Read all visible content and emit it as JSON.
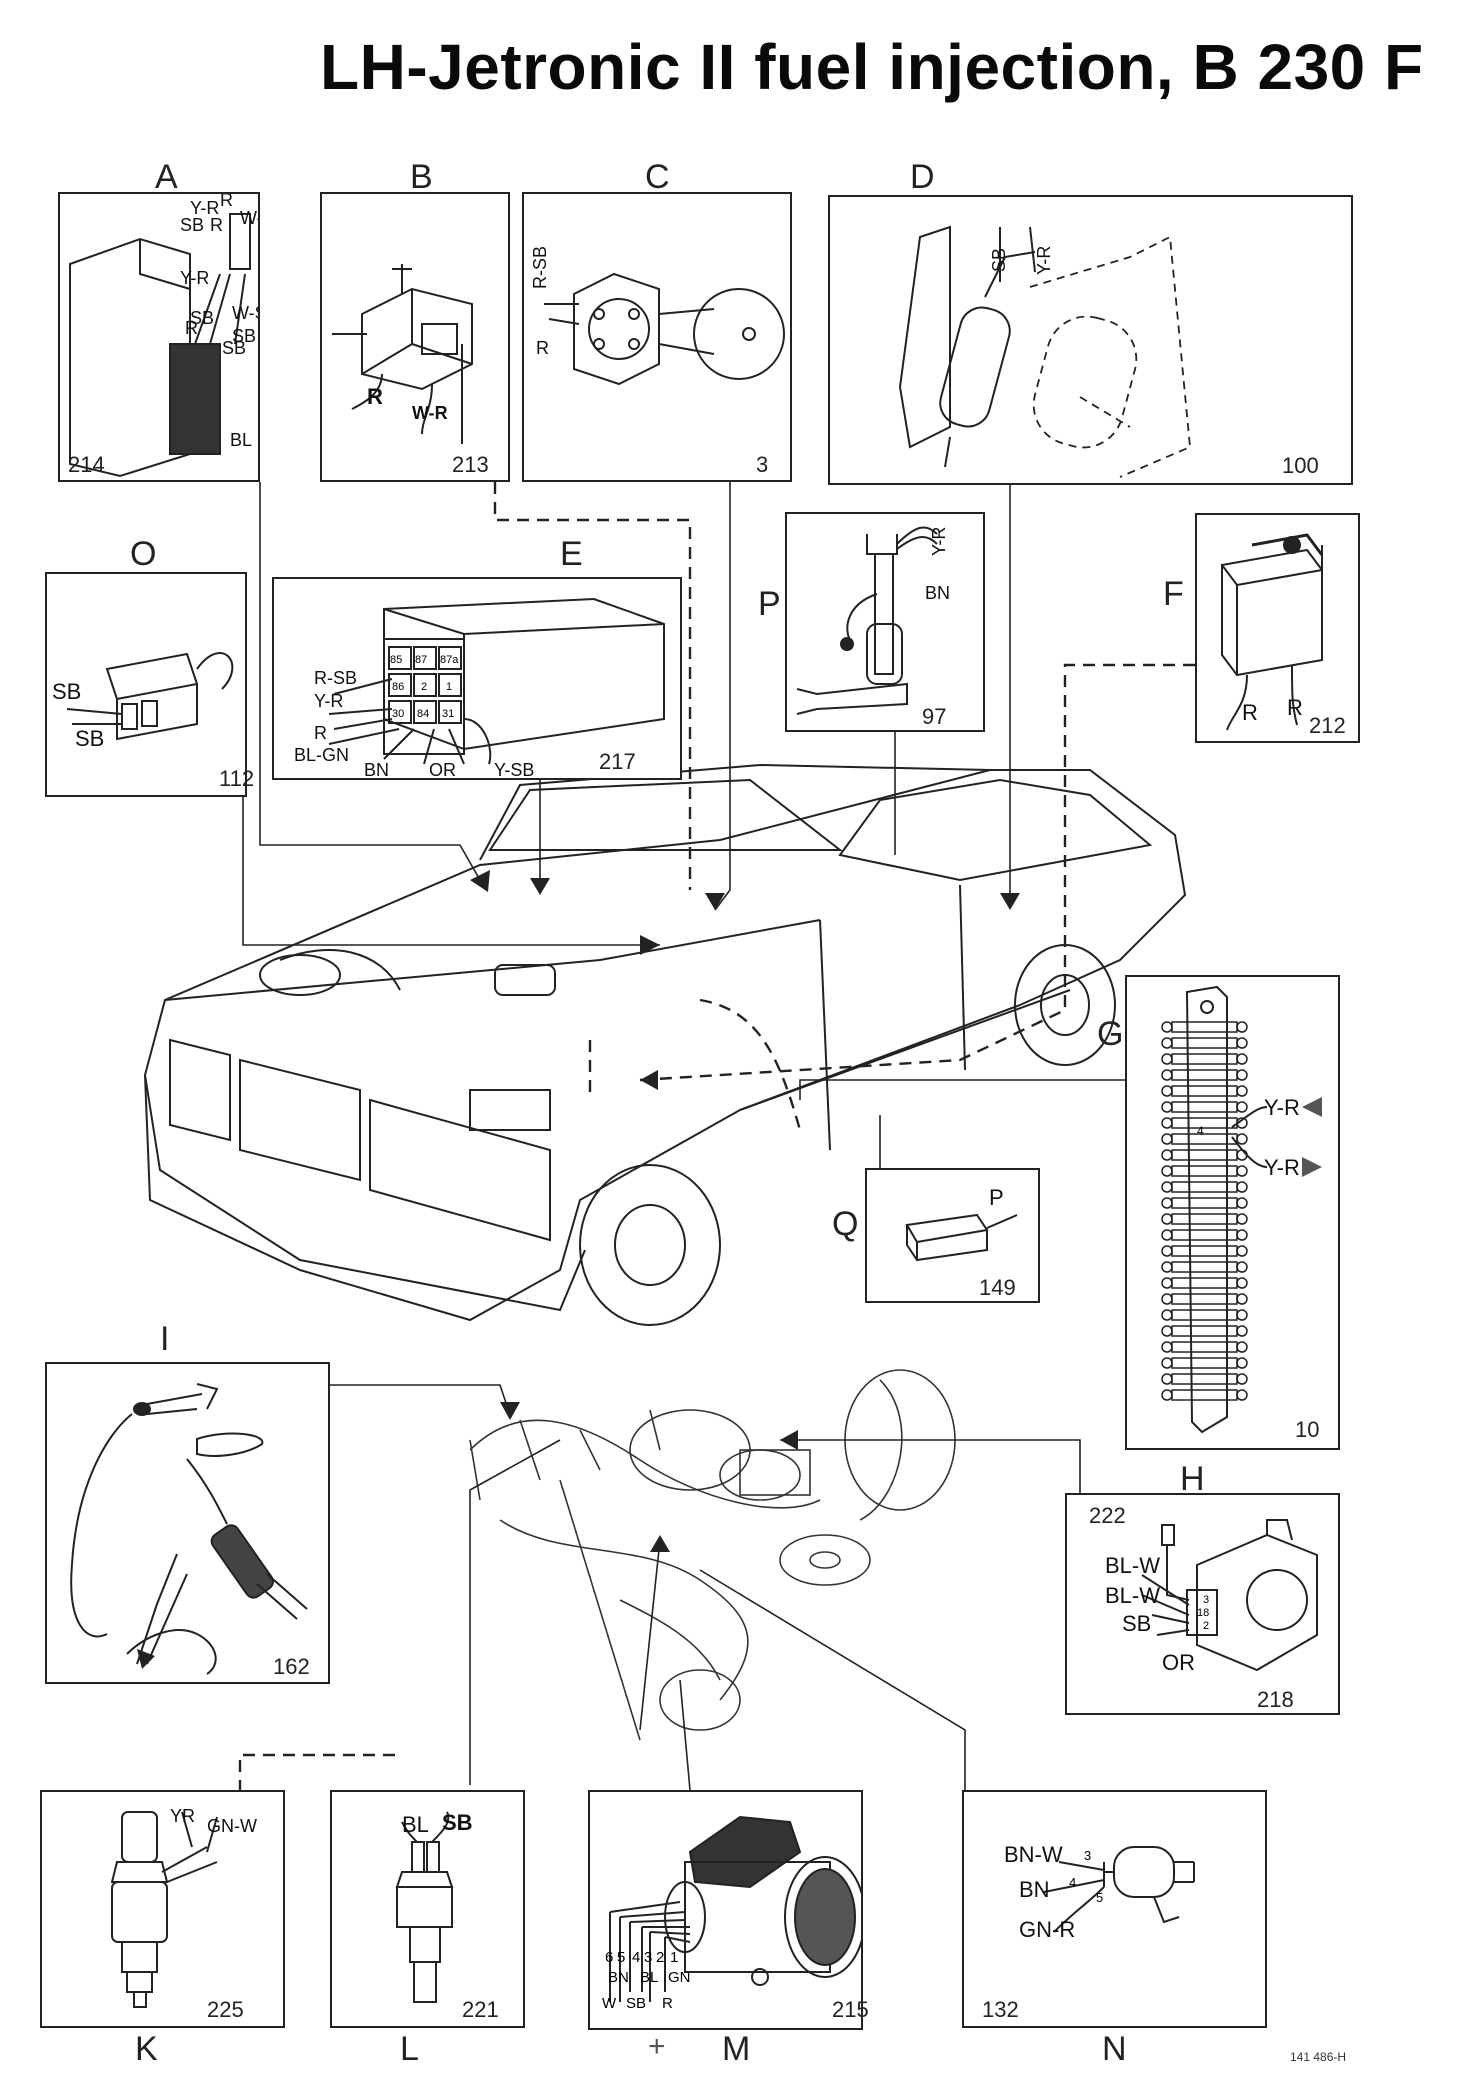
{
  "title": "LH-Jetronic II fuel injection, B 230 F",
  "drawing_code": "141 486-H",
  "panels": {
    "A": {
      "letter": "A",
      "number": "214",
      "wires": [
        "Y-R",
        "R",
        "SB",
        "R",
        "W-SB",
        "Y-R",
        "SB",
        "R",
        "W-SB",
        "SB",
        "SB",
        "BL"
      ]
    },
    "B": {
      "letter": "B",
      "number": "213",
      "wires": [
        "R",
        "W-R"
      ]
    },
    "C": {
      "letter": "C",
      "number": "3",
      "wires": [
        "R-SB",
        "R"
      ]
    },
    "D": {
      "letter": "D",
      "number": "100",
      "wires": [
        "SB",
        "Y-R"
      ]
    },
    "E": {
      "letter": "E",
      "number": "217",
      "wires": [
        "R-SB",
        "Y-R",
        "R",
        "BL-GN",
        "BN",
        "OR",
        "Y-SB"
      ],
      "pins": [
        "85",
        "87",
        "87a",
        "86",
        "2",
        "1",
        "30",
        "84",
        "31"
      ]
    },
    "F": {
      "letter": "F",
      "number": "212",
      "wires": [
        "R",
        "R"
      ]
    },
    "G": {
      "letter": "G",
      "number": "10",
      "wires": [
        "Y-R",
        "Y-R"
      ],
      "pin": "4"
    },
    "H": {
      "letter": "H",
      "number": "218",
      "number_top": "222",
      "wires": [
        "BL-W",
        "BL-W",
        "SB",
        "OR"
      ],
      "pins": [
        "3",
        "18",
        "2"
      ]
    },
    "I": {
      "letter": "I",
      "number": "162"
    },
    "K": {
      "letter": "K",
      "number": "225",
      "wires": [
        "YR",
        "GN-W"
      ]
    },
    "L": {
      "letter": "L",
      "number": "221",
      "wires": [
        "BL",
        "SB"
      ]
    },
    "M": {
      "letter": "M",
      "number": "215",
      "pins": [
        "6",
        "5",
        "4",
        "3",
        "2",
        "1"
      ],
      "wires_top": [
        "BN",
        "BL",
        "GN"
      ],
      "wires_bottom": [
        "W",
        "SB",
        "R"
      ]
    },
    "N": {
      "letter": "N",
      "number": "132",
      "wires": [
        "BN-W",
        "BN",
        "GN-R"
      ],
      "pins": [
        "3",
        "4",
        "5"
      ]
    },
    "O": {
      "letter": "O",
      "number": "112",
      "wires": [
        "SB",
        "SB"
      ]
    },
    "P": {
      "letter": "P",
      "number": "97",
      "wires": [
        "Y-R",
        "BN"
      ]
    },
    "Q": {
      "letter": "Q",
      "number": "149",
      "wires": [
        "P"
      ]
    }
  }
}
